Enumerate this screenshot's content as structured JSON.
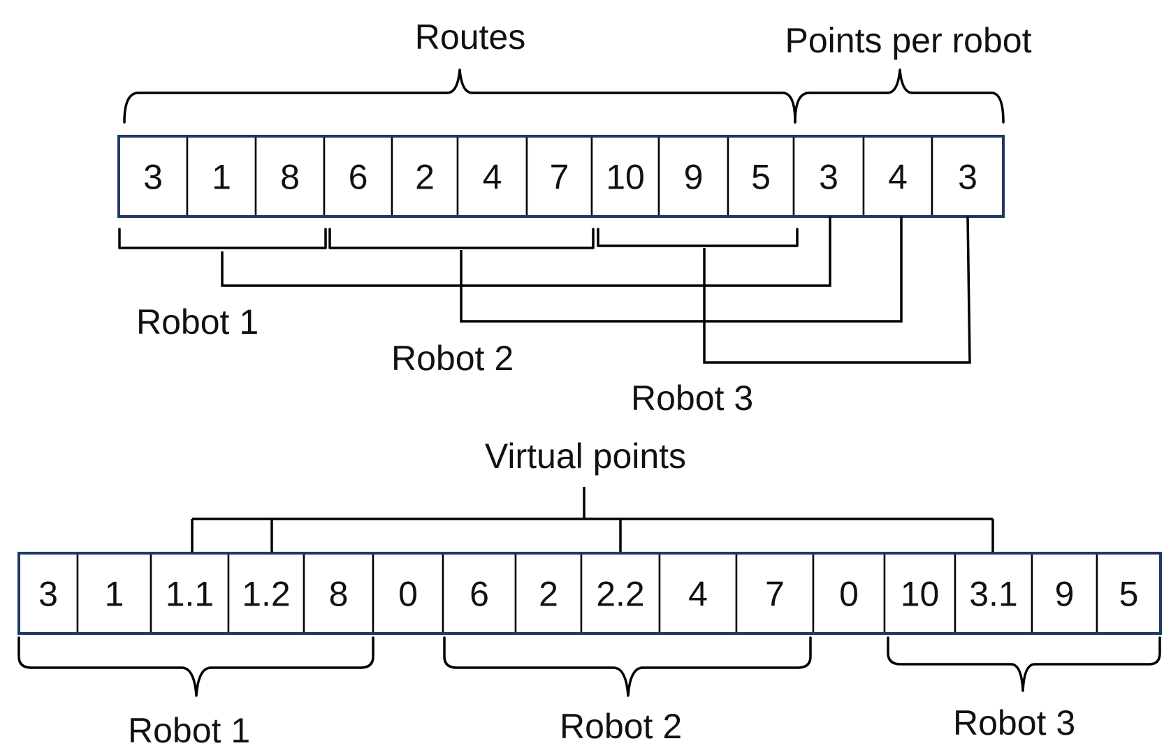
{
  "top": {
    "labels": {
      "routes": "Routes",
      "points_per_robot": "Points per robot",
      "robot1": "Robot 1",
      "robot2": "Robot 2",
      "robot3": "Robot 3"
    },
    "cells": [
      "3",
      "1",
      "8",
      "6",
      "2",
      "4",
      "7",
      "10",
      "9",
      "5",
      "3",
      "4",
      "3"
    ]
  },
  "bottom": {
    "labels": {
      "virtual_points": "Virtual points",
      "robot1": "Robot 1",
      "robot2": "Robot 2",
      "robot3": "Robot 3"
    },
    "cells": [
      "3",
      "1",
      "1.1",
      "1.2",
      "8",
      "0",
      "6",
      "2",
      "2.2",
      "4",
      "7",
      "0",
      "10",
      "3.1",
      "9",
      "5"
    ]
  }
}
